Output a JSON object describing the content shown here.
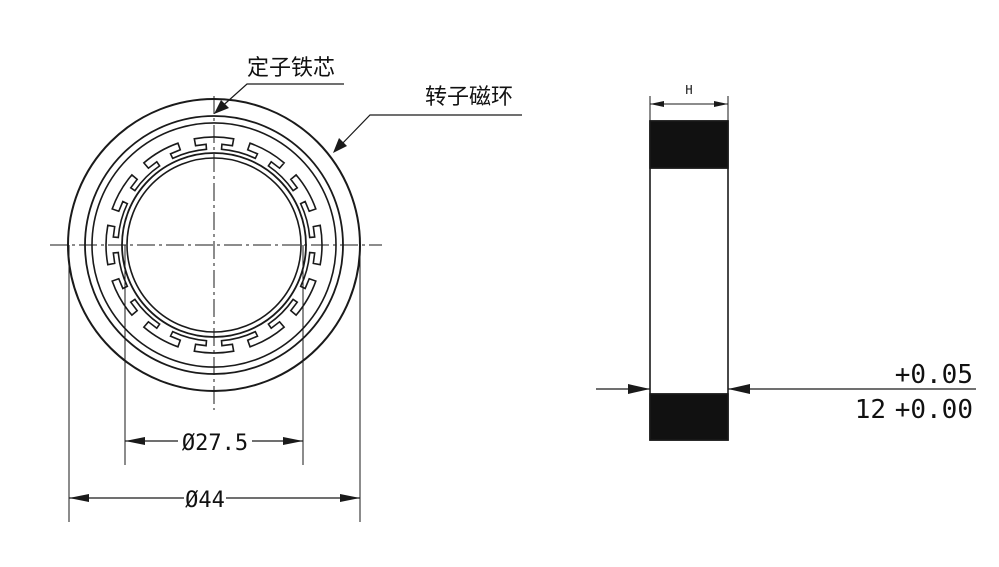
{
  "labels": {
    "stator_core": "定子铁芯",
    "rotor_ring": "转子磁环"
  },
  "dimensions": {
    "inner_diameter": "Ø27.5",
    "outer_diameter": "Ø44",
    "height_symbol": "H",
    "thickness_value": "12",
    "tolerance_upper": "+0.05",
    "tolerance_lower": "+0.00"
  },
  "stator": {
    "slot_count": 12
  },
  "colors": {
    "line": "#1a1a1a",
    "magnet_fill": "#111111",
    "hatch": "#ffffff"
  }
}
